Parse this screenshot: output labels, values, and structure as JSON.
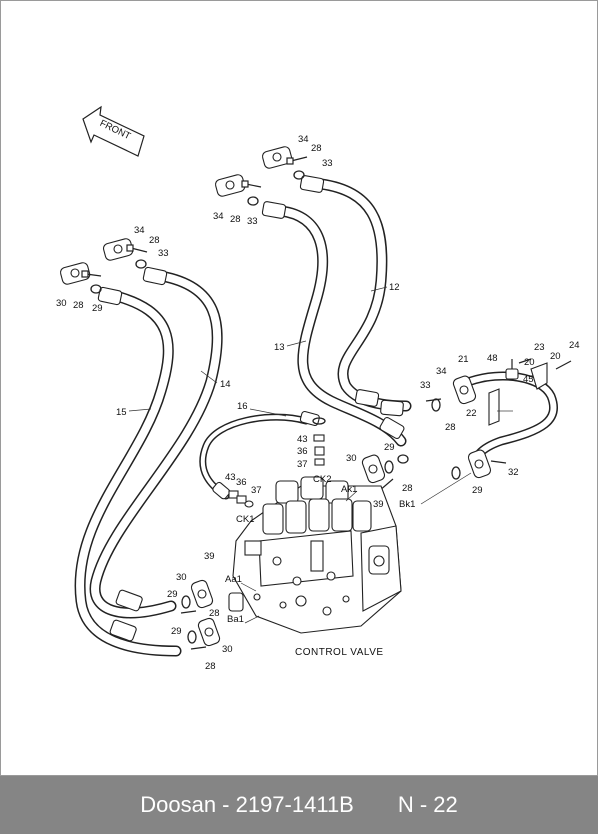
{
  "diagram": {
    "front_label": "FRONT",
    "caption": "CONTROL VALVE",
    "parts": {
      "p34a": "34",
      "p28a": "28",
      "p33a": "33",
      "p34b": "34",
      "p28b": "28",
      "p33b": "33",
      "p34c": "34",
      "p28c": "28",
      "p33c": "33",
      "p30a": "30",
      "p28d": "28",
      "p29a": "29",
      "p12": "12",
      "p13": "13",
      "p14": "14",
      "p15": "15",
      "p16": "16",
      "p43a": "43",
      "p36a": "36",
      "p37a": "37",
      "ck2": "CK2",
      "p43b": "43",
      "p36b": "36",
      "p37b": "37",
      "ck1": "CK1",
      "p30b": "30",
      "ak1": "Ak1",
      "p29b": "29",
      "p28e": "28",
      "p39a": "39",
      "bk1": "Bk1",
      "p33d": "33",
      "p34d": "34",
      "p28f": "28",
      "p21": "21",
      "p48": "48",
      "p20a": "20",
      "p45": "45",
      "p23": "23",
      "p20b": "20",
      "p24": "24",
      "p22": "22",
      "p32": "32",
      "p29c": "29",
      "p39b": "39",
      "p30c": "30",
      "aa1": "Aa1",
      "p29d": "29",
      "p28g": "28",
      "ba1": "Ba1",
      "p29e": "29",
      "p30d": "30",
      "p28h": "28"
    }
  },
  "footer": {
    "part_ref": "Doosan - 2197-1411B",
    "page_ref": "N - 22"
  }
}
